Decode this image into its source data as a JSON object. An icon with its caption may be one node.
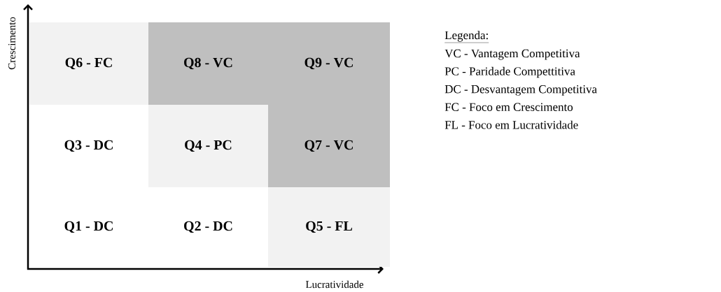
{
  "diagram": {
    "nodes": [
      {
        "text": [
          "Q6 - FC"
        ]
      },
      {
        "text": [
          "Q8 - VC"
        ]
      },
      {
        "text": [
          "Q9 - VC"
        ]
      },
      {
        "text": [
          "Q3 - DC"
        ]
      },
      {
        "text": [
          "Q4 - PC"
        ]
      },
      {
        "text": [
          "Q7 - VC"
        ]
      },
      {
        "text": [
          "Q1 - DC"
        ]
      },
      {
        "text": [
          "Q2 - DC"
        ]
      },
      {
        "text": [
          "Q5 - FL"
        ]
      }
    ],
    "edges": [],
    "labels": [
      "Crescimento",
      "Lucratividade",
      "Legenda:"
    ],
    "legend": [
      {
        "text": "VC - Vantagem Competitiva"
      },
      {
        "text": "PC - Paridade Compettitiva"
      },
      {
        "text": "DC - Desvantagem Competitiva"
      },
      {
        "text": "FC - Foco em Crescimento"
      },
      {
        "text": "FL  - Foco em Lucratividade"
      }
    ]
  }
}
